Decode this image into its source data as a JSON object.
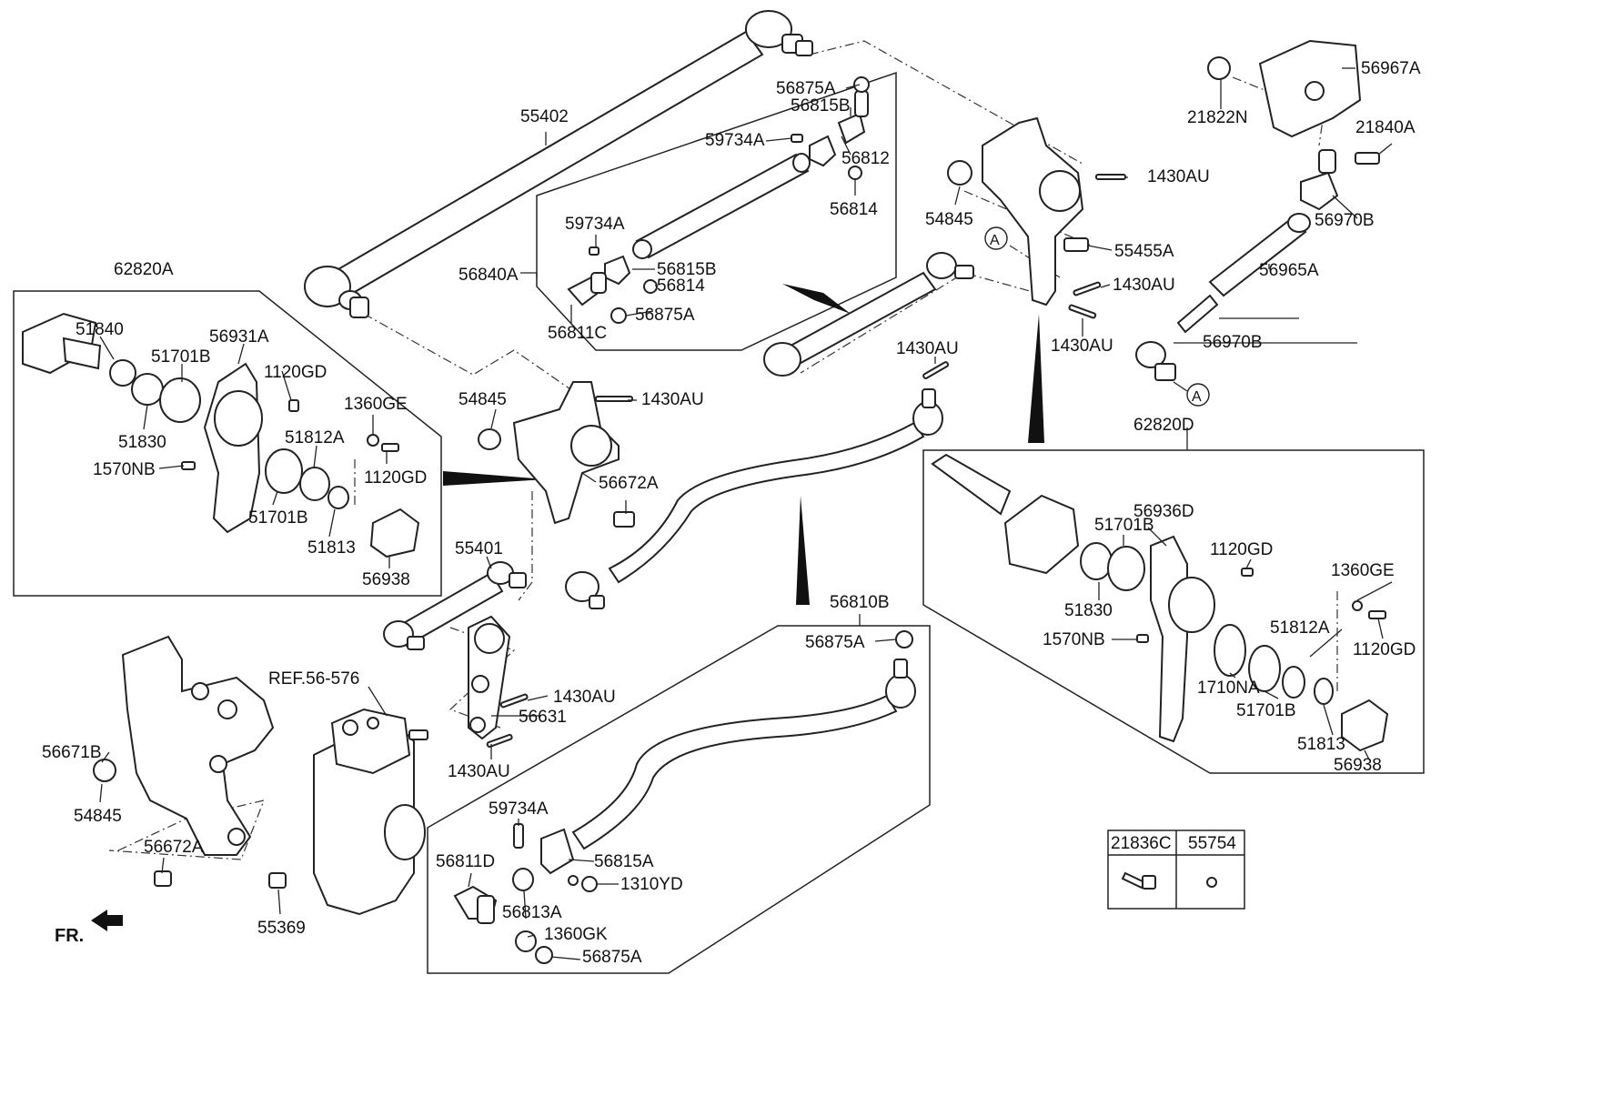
{
  "labels": {
    "l55402": "55402",
    "l56875A_top": "56875A",
    "l56815B_top": "56815B",
    "l59734A_top": "59734A",
    "l56812": "56812",
    "l56814_top": "56814",
    "l59734A_mid": "59734A",
    "l56840A": "56840A",
    "l56815B_mid": "56815B",
    "l56814_mid": "56814",
    "l56875A_mid": "56875A",
    "l56811C": "56811C",
    "l62820A": "62820A",
    "l51840": "51840",
    "l51701B_a1": "51701B",
    "l56931A": "56931A",
    "l1120GD_a1": "1120GD",
    "l51830_a": "51830",
    "l1360GE_a": "1360GE",
    "l51812A_a": "51812A",
    "l1120GD_a2": "1120GD",
    "l1570NB_a": "1570NB",
    "l51701B_a2": "51701B",
    "l51813_a": "51813",
    "l56938_a": "56938",
    "l54845_mid": "54845",
    "l1430AU_mid": "1430AU",
    "l56672A_mid": "56672A",
    "l55401": "55401",
    "l1430AU_right1": "1430AU",
    "l54845_top": "54845",
    "l55455A": "55455A",
    "l1430AU_right2": "1430AU",
    "l1430AU_right3": "1430AU",
    "l1430AU_center": "1430AU",
    "l56967A": "56967A",
    "l21822N": "21822N",
    "l21840A": "21840A",
    "l56970B_top": "56970B",
    "l56965A": "56965A",
    "l56970B_low": "56970B",
    "l62820D": "62820D",
    "l56936D": "56936D",
    "l51701B_d1": "51701B",
    "l1120GD_d1": "1120GD",
    "l1360GE_d": "1360GE",
    "l51830_d": "51830",
    "l1570NB_d": "1570NB",
    "l51812A_d": "51812A",
    "l1120GD_d2": "1120GD",
    "l1710NA": "1710NA",
    "l51701B_d2": "51701B",
    "l51813_d": "51813",
    "l56938_d": "56938",
    "l56810B": "56810B",
    "l56875A_low": "56875A",
    "lREF": "REF.56-576",
    "l1430AU_low1": "1430AU",
    "l56631": "56631",
    "l1430AU_low2": "1430AU",
    "l56671B": "56671B",
    "l54845_low": "54845",
    "l56672A_low": "56672A",
    "l55369": "55369",
    "l59734A_low": "59734A",
    "l56811D": "56811D",
    "l56815A": "56815A",
    "l1310YD": "1310YD",
    "l56813A": "56813A",
    "l1360GK": "1360GK",
    "l56875A_bottom": "56875A",
    "circleA1": "A",
    "circleA2": "A",
    "fr": "FR."
  },
  "legend": {
    "col1": "21836C",
    "col2": "55754"
  }
}
